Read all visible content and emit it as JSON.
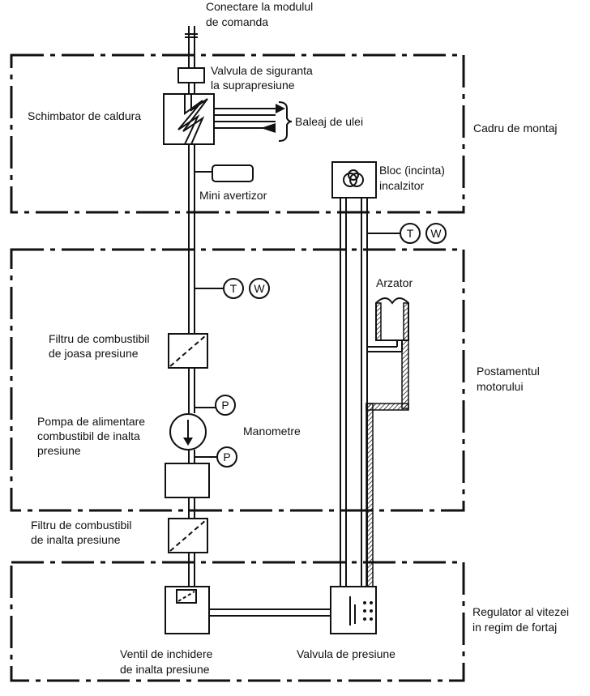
{
  "labels": {
    "connection": [
      "Conectare la modulul",
      "de comanda"
    ],
    "safety_valve": [
      "Valvula de siguranta",
      "la suprapresiune"
    ],
    "heat_exchanger": "Schimbator de caldura",
    "oil_bypass": "Baleaj de ulei",
    "mounting_frame": "Cadru de montaj",
    "mini_alarm": "Mini avertizor",
    "heater_block": [
      "Bloc (incinta)",
      "incalzitor"
    ],
    "burner": "Arzator",
    "low_pressure_filter": [
      "Filtru de combustibil",
      "de joasa presiune"
    ],
    "engine_base": [
      "Postamentul",
      "motorului"
    ],
    "pump": [
      "Pompa de alimentare",
      "combustibil de inalta",
      "presiune"
    ],
    "gauges": "Manometre",
    "high_pressure_filter": [
      "Filtru de combustibil",
      "de inalta presiune"
    ],
    "speed_regulator": [
      "Regulator al vitezei",
      "in regim de fortaj"
    ],
    "shutoff_valve": [
      "Ventil de inchidere",
      "de inalta presiune"
    ],
    "pressure_valve": "Valvula de presiune"
  },
  "instruments": {
    "t": "T",
    "w": "W",
    "p": "P"
  }
}
